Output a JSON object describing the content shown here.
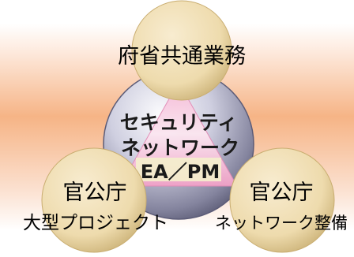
{
  "diagram": {
    "top_circle": {
      "label": "府省共通業務"
    },
    "left_circle": {
      "line1": "官公庁",
      "line2": "大型プロジェクト"
    },
    "right_circle": {
      "line1": "官公庁",
      "line2": "ネットワーク整備"
    },
    "center": {
      "line1": "セキュリティ",
      "line2": "ネットワーク",
      "line3": "EA／PM"
    }
  },
  "colors": {
    "circle_fill": "#f0dfb4",
    "circle_shade": "#cdb47a",
    "sphere_light": "#f4f4f8",
    "sphere_dark": "#6e6e8a",
    "triangle_pink": "#f2a2c8",
    "triangle_light": "#fbe9f2",
    "band_yellow": "#f5f0c8",
    "background_orange": "#f6b486",
    "background_light": "#fdf1ea"
  }
}
